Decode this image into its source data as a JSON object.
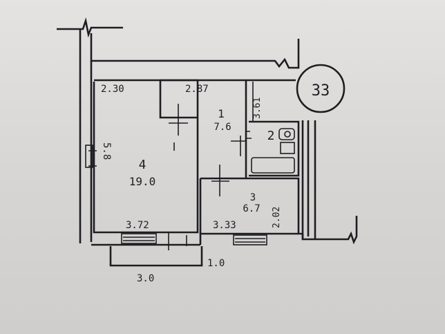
{
  "plan_number": "33",
  "rooms": [
    {
      "num": "1",
      "area": "7.6"
    },
    {
      "num": "2",
      "area": ""
    },
    {
      "num": "3",
      "area": "6.7"
    },
    {
      "num": "4",
      "area": "19.0"
    }
  ],
  "dimensions": {
    "top_left": "2.30",
    "top_mid": "2.87",
    "corridor_vertical": "3.61",
    "left_side": "5.8",
    "bottom_left": "3.72",
    "bottom_mid": "3.33",
    "room3_side": "2.02",
    "balcony_width": "3.0",
    "balcony_depth": "1.0"
  },
  "colors": {
    "ink": "#1e1e22",
    "paper": "#dcdbd9"
  }
}
